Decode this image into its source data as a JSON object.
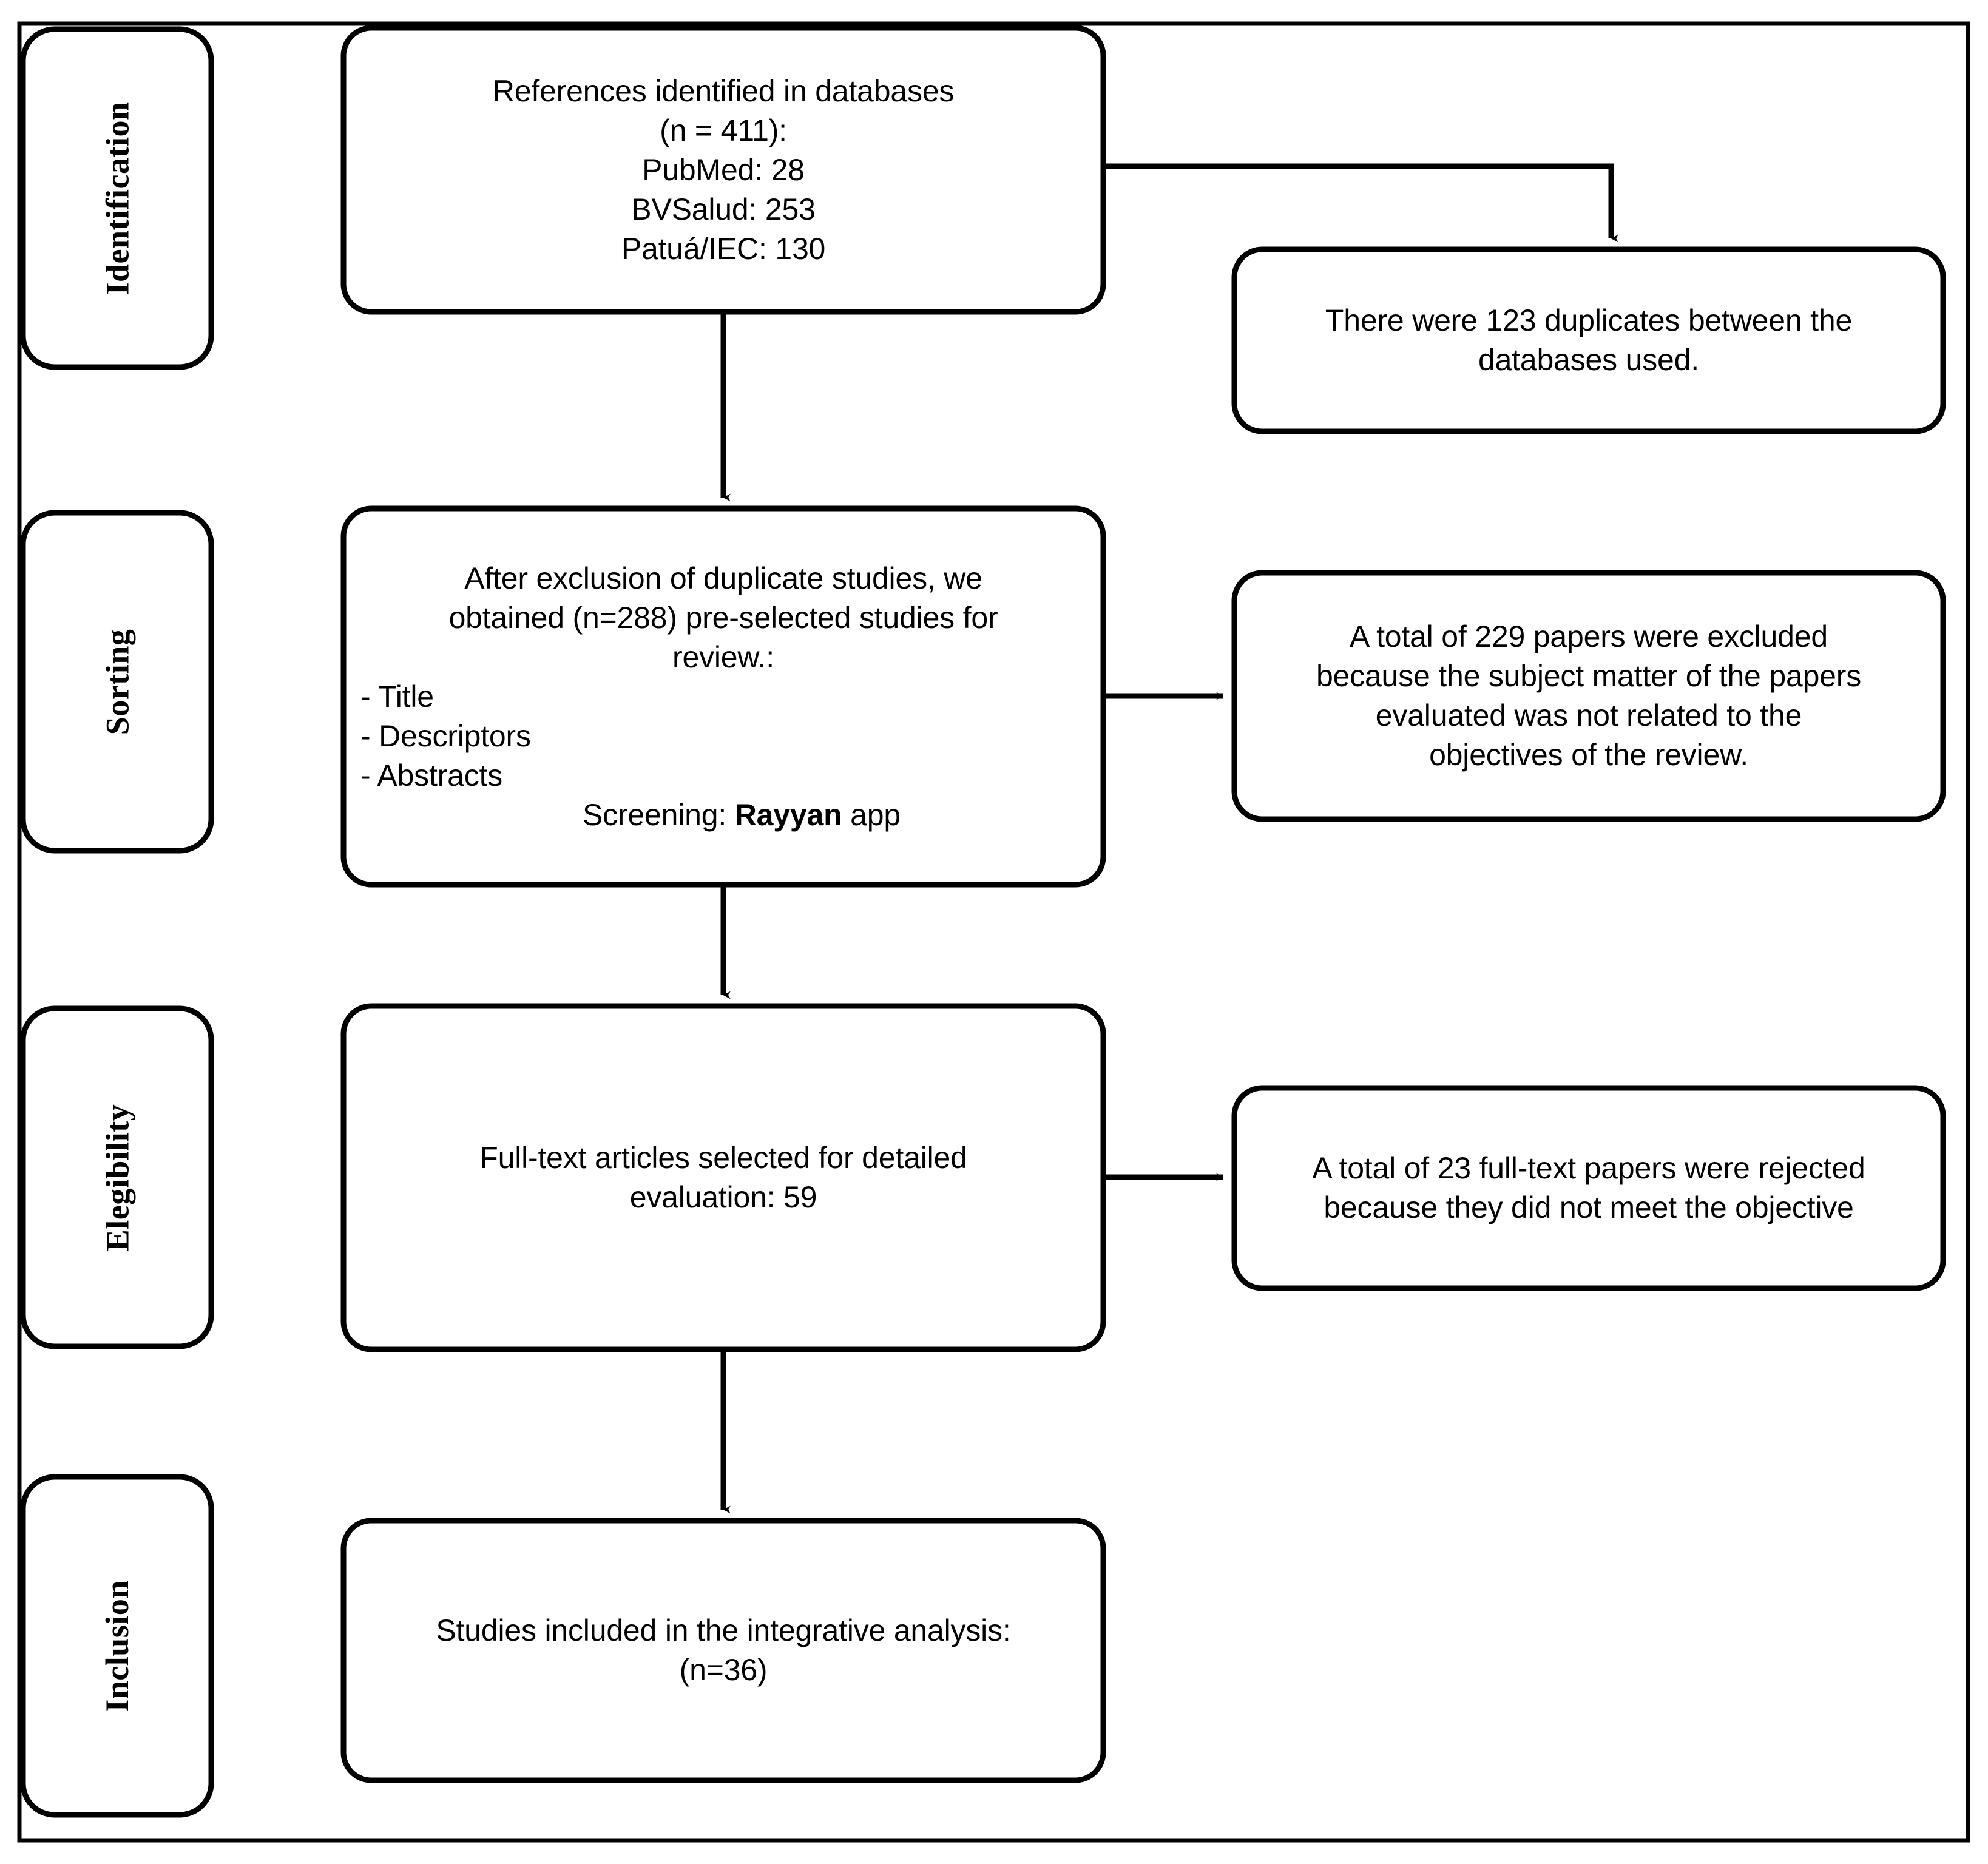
{
  "diagram": {
    "title": "PRISMA study selection flow diagram",
    "stroke_color": "#000000",
    "background_color": "#ffffff",
    "stages": [
      {
        "id": "identification",
        "label": "Identification"
      },
      {
        "id": "sorting",
        "label": "Sorting"
      },
      {
        "id": "elegibility",
        "label": "Elegibility"
      },
      {
        "id": "inclusion",
        "label": "Inclusion"
      }
    ],
    "main_nodes": [
      {
        "id": "identified",
        "lines": [
          "References identified in databases",
          "(n = 411):",
          "PubMed: 28",
          "BVSalud: 253",
          "Patuá/IEC: 130"
        ]
      },
      {
        "id": "screening",
        "lines": [
          "After exclusion of duplicate studies, we",
          "obtained (n=288) pre-selected studies for",
          "review.:",
          "- Title",
          "- Descriptors",
          "- Abstracts",
          "Screening: Rayyan app"
        ],
        "screening_prefix": "Screening: ",
        "screening_bold": "Rayyan",
        "screening_suffix": " app"
      },
      {
        "id": "fulltext",
        "lines": [
          "Full-text articles selected for detailed",
          "evaluation: 59"
        ]
      },
      {
        "id": "included",
        "lines": [
          "Studies included in the integrative analysis:",
          "(n=36)"
        ]
      }
    ],
    "side_nodes": [
      {
        "id": "duplicates",
        "lines": [
          "There were 123 duplicates between the",
          "databases used."
        ]
      },
      {
        "id": "excluded-topic",
        "lines": [
          "A total of 229 papers were excluded",
          "because the subject matter of the papers",
          "evaluated was not related to the",
          "objectives of the review."
        ]
      },
      {
        "id": "rejected-fulltext",
        "lines": [
          "A total of 23 full-text papers were rejected",
          "because they did not meet the objective"
        ]
      }
    ],
    "counts": {
      "total_identified": 411,
      "pubmed": 28,
      "bvsalud": 253,
      "patua_iec": 130,
      "duplicates": 123,
      "pre_selected": 288,
      "excluded_topic": 229,
      "full_text_selected": 59,
      "full_text_rejected": 23,
      "included": 36
    }
  }
}
